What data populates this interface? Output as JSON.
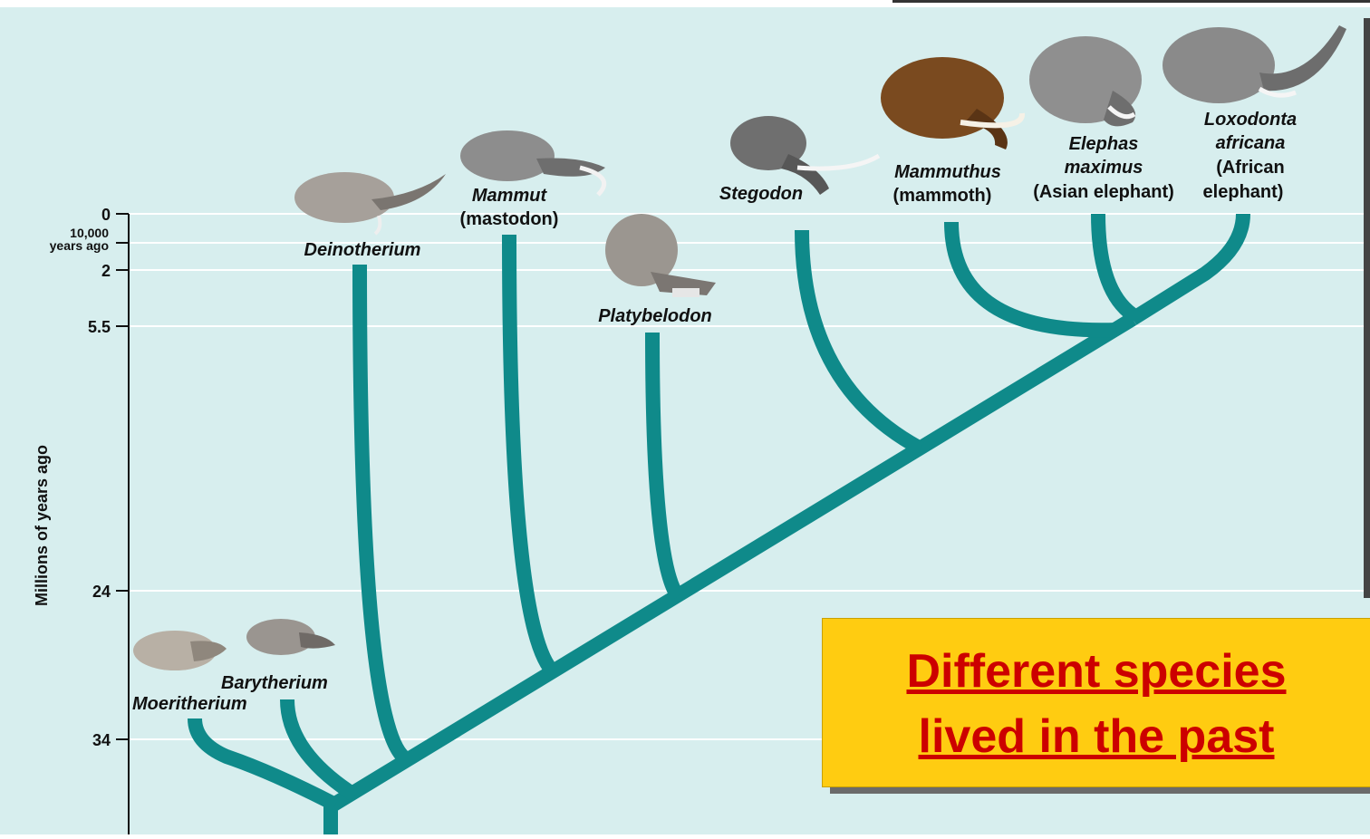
{
  "yaxis": {
    "label": "Millions of years ago",
    "ticks": [
      "0",
      "10,000",
      "years ago",
      "2",
      "5.5",
      "24",
      "34"
    ]
  },
  "taxa": {
    "moeritherium": "Moeritherium",
    "barytherium": "Barytherium",
    "deinotherium": "Deinotherium",
    "mammut": "Mammut",
    "mammut_common": "(mastodon)",
    "platybelodon": "Platybelodon",
    "stegodon": "Stegodon",
    "mammuthus": "Mammuthus",
    "mammuthus_common": "(mammoth)",
    "elephas_1": "Elephas",
    "elephas_2": "maximus",
    "elephas_common": "(Asian elephant)",
    "loxodonta_1": "Loxodonta",
    "loxodonta_2": "africana",
    "loxodonta_common_1": "(African",
    "loxodonta_common_2": "elephant)"
  },
  "callout": {
    "line1": "Different species",
    "line2": "lived in the past"
  },
  "colors": {
    "background": "#d7eeee",
    "branch": "#0f8a8a",
    "gridline": "#ffffff",
    "callout_bg": "#ffcc11",
    "callout_text": "#cc0000"
  }
}
